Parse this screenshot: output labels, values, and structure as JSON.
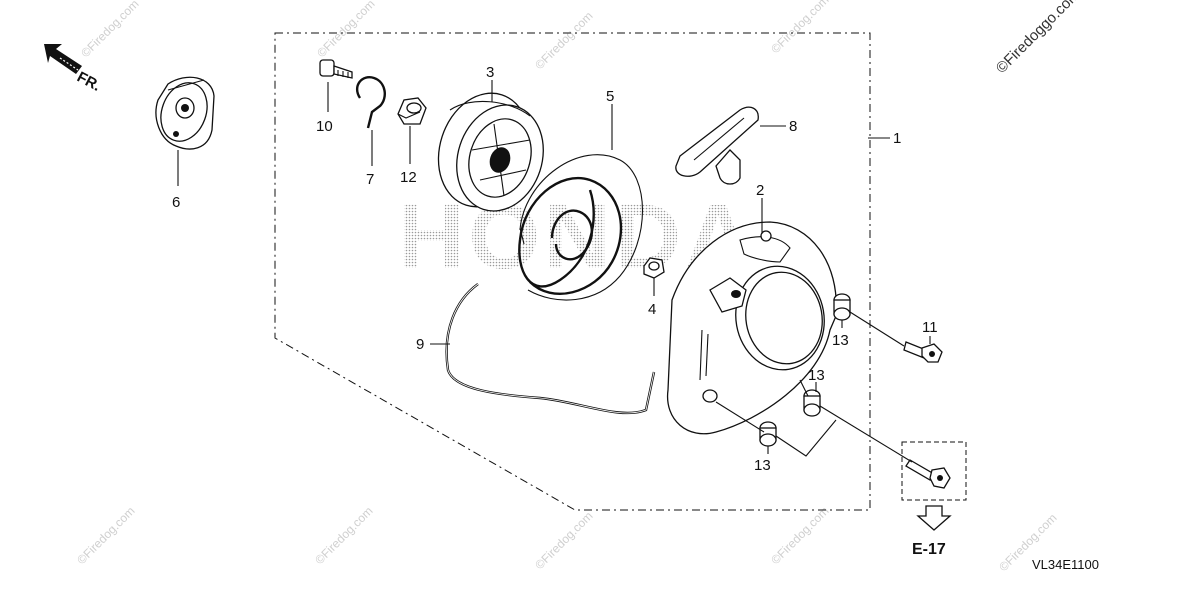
{
  "watermarks": {
    "brand_text": "HONDA",
    "site_text": "©Firedog.com",
    "corner_text": "©Firedoggo.com"
  },
  "direction_indicator": {
    "label": "FR."
  },
  "callouts": [
    {
      "id": "1",
      "label": "1"
    },
    {
      "id": "2",
      "label": "2"
    },
    {
      "id": "3",
      "label": "3"
    },
    {
      "id": "4",
      "label": "4"
    },
    {
      "id": "5",
      "label": "5"
    },
    {
      "id": "6",
      "label": "6"
    },
    {
      "id": "7",
      "label": "7"
    },
    {
      "id": "8",
      "label": "8"
    },
    {
      "id": "9",
      "label": "9"
    },
    {
      "id": "10",
      "label": "10"
    },
    {
      "id": "11",
      "label": "11"
    },
    {
      "id": "12",
      "label": "12"
    },
    {
      "id": "13a",
      "label": "13"
    },
    {
      "id": "13b",
      "label": "13"
    },
    {
      "id": "13c",
      "label": "13"
    }
  ],
  "reference": {
    "label": "E-17"
  },
  "diagram_code": "VL34E1100",
  "icons": [
    "fr-arrow-icon",
    "reference-arrow-icon"
  ],
  "colors": {
    "ink": "#111111",
    "watermark": "#cfcfcf",
    "background": "#ffffff"
  }
}
